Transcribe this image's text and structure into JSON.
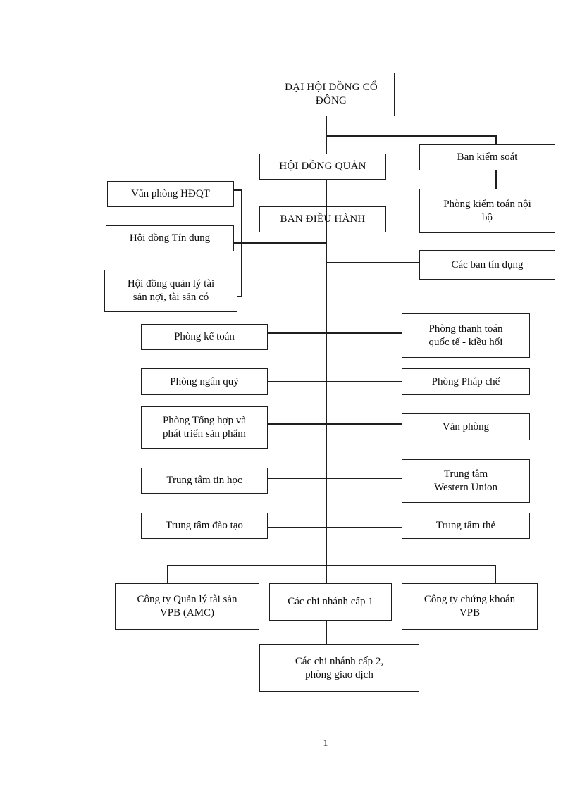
{
  "page": {
    "number": "1"
  },
  "colors": {
    "line": "#1f1f1f",
    "background": "#ffffff",
    "text": "#0c0c0c"
  },
  "org_chart": {
    "nodes": [
      {
        "id": "general-shareholders-meeting",
        "label": "ĐẠI HỘI ĐỒNG CỔ\nĐÔNG"
      },
      {
        "id": "board-of-directors",
        "label": "HỘI ĐỒNG QUẢN"
      },
      {
        "id": "executive-board",
        "label": "BAN ĐIỀU HÀNH"
      },
      {
        "id": "supervisory-board",
        "label": "Ban kiểm  soát"
      },
      {
        "id": "internal-audit-department",
        "label": "Phòng kiểm toán nội\nbộ"
      },
      {
        "id": "credit-committees",
        "label": "Các ban tín dụng"
      },
      {
        "id": "bod-office",
        "label": "Văn phòng HĐQT"
      },
      {
        "id": "credit-council",
        "label": "Hội  đồng Tín dụng"
      },
      {
        "id": "asset-liability-management-council",
        "label": "Hội  đồng quản lý tài\nsản nợi,  tài  sản có"
      },
      {
        "id": "accounting-department",
        "label": "Phòng kế toán"
      },
      {
        "id": "international-payment-remittance-department",
        "label": "Phòng thanh  toán\nquốc tế - kiều  hối"
      },
      {
        "id": "treasury-department",
        "label": "Phòng ngân  quỹ"
      },
      {
        "id": "legal-department",
        "label": "Phòng Pháp chế"
      },
      {
        "id": "general-product-development-department",
        "label": "Phòng Tổng hợp và\nphát triển  sản phẩm"
      },
      {
        "id": "office",
        "label": "Văn phòng"
      },
      {
        "id": "it-center",
        "label": "Trung tâm tin học"
      },
      {
        "id": "western-union-center",
        "label": "Trung tâm\nWestern Union"
      },
      {
        "id": "training-center",
        "label": "Trung tâm đào tạo"
      },
      {
        "id": "card-center",
        "label": "Trung tâm thẻ"
      },
      {
        "id": "asset-management-company",
        "label": "Công ty Quản lý tài  sản\nVPB (AMC)"
      },
      {
        "id": "level1-branches",
        "label": "Các chi nhánh  cấp 1"
      },
      {
        "id": "securities-company",
        "label": "Công ty chứng khoán\nVPB"
      },
      {
        "id": "level2-branches-transaction-offices",
        "label": "Các chi nhánh  cấp 2,\nphòng giao  dịch"
      }
    ],
    "edges": [
      [
        "general-shareholders-meeting",
        "board-of-directors"
      ],
      [
        "general-shareholders-meeting",
        "supervisory-board"
      ],
      [
        "supervisory-board",
        "internal-audit-department"
      ],
      [
        "board-of-directors",
        "executive-board"
      ],
      [
        "board-of-directors",
        "bod-office"
      ],
      [
        "board-of-directors",
        "credit-council"
      ],
      [
        "board-of-directors",
        "asset-liability-management-council"
      ],
      [
        "executive-board",
        "credit-committees"
      ],
      [
        "executive-board",
        "accounting-department"
      ],
      [
        "executive-board",
        "international-payment-remittance-department"
      ],
      [
        "executive-board",
        "treasury-department"
      ],
      [
        "executive-board",
        "legal-department"
      ],
      [
        "executive-board",
        "general-product-development-department"
      ],
      [
        "executive-board",
        "office"
      ],
      [
        "executive-board",
        "it-center"
      ],
      [
        "executive-board",
        "western-union-center"
      ],
      [
        "executive-board",
        "training-center"
      ],
      [
        "executive-board",
        "card-center"
      ],
      [
        "executive-board",
        "asset-management-company"
      ],
      [
        "executive-board",
        "level1-branches"
      ],
      [
        "executive-board",
        "securities-company"
      ],
      [
        "level1-branches",
        "level2-branches-transaction-offices"
      ]
    ]
  }
}
